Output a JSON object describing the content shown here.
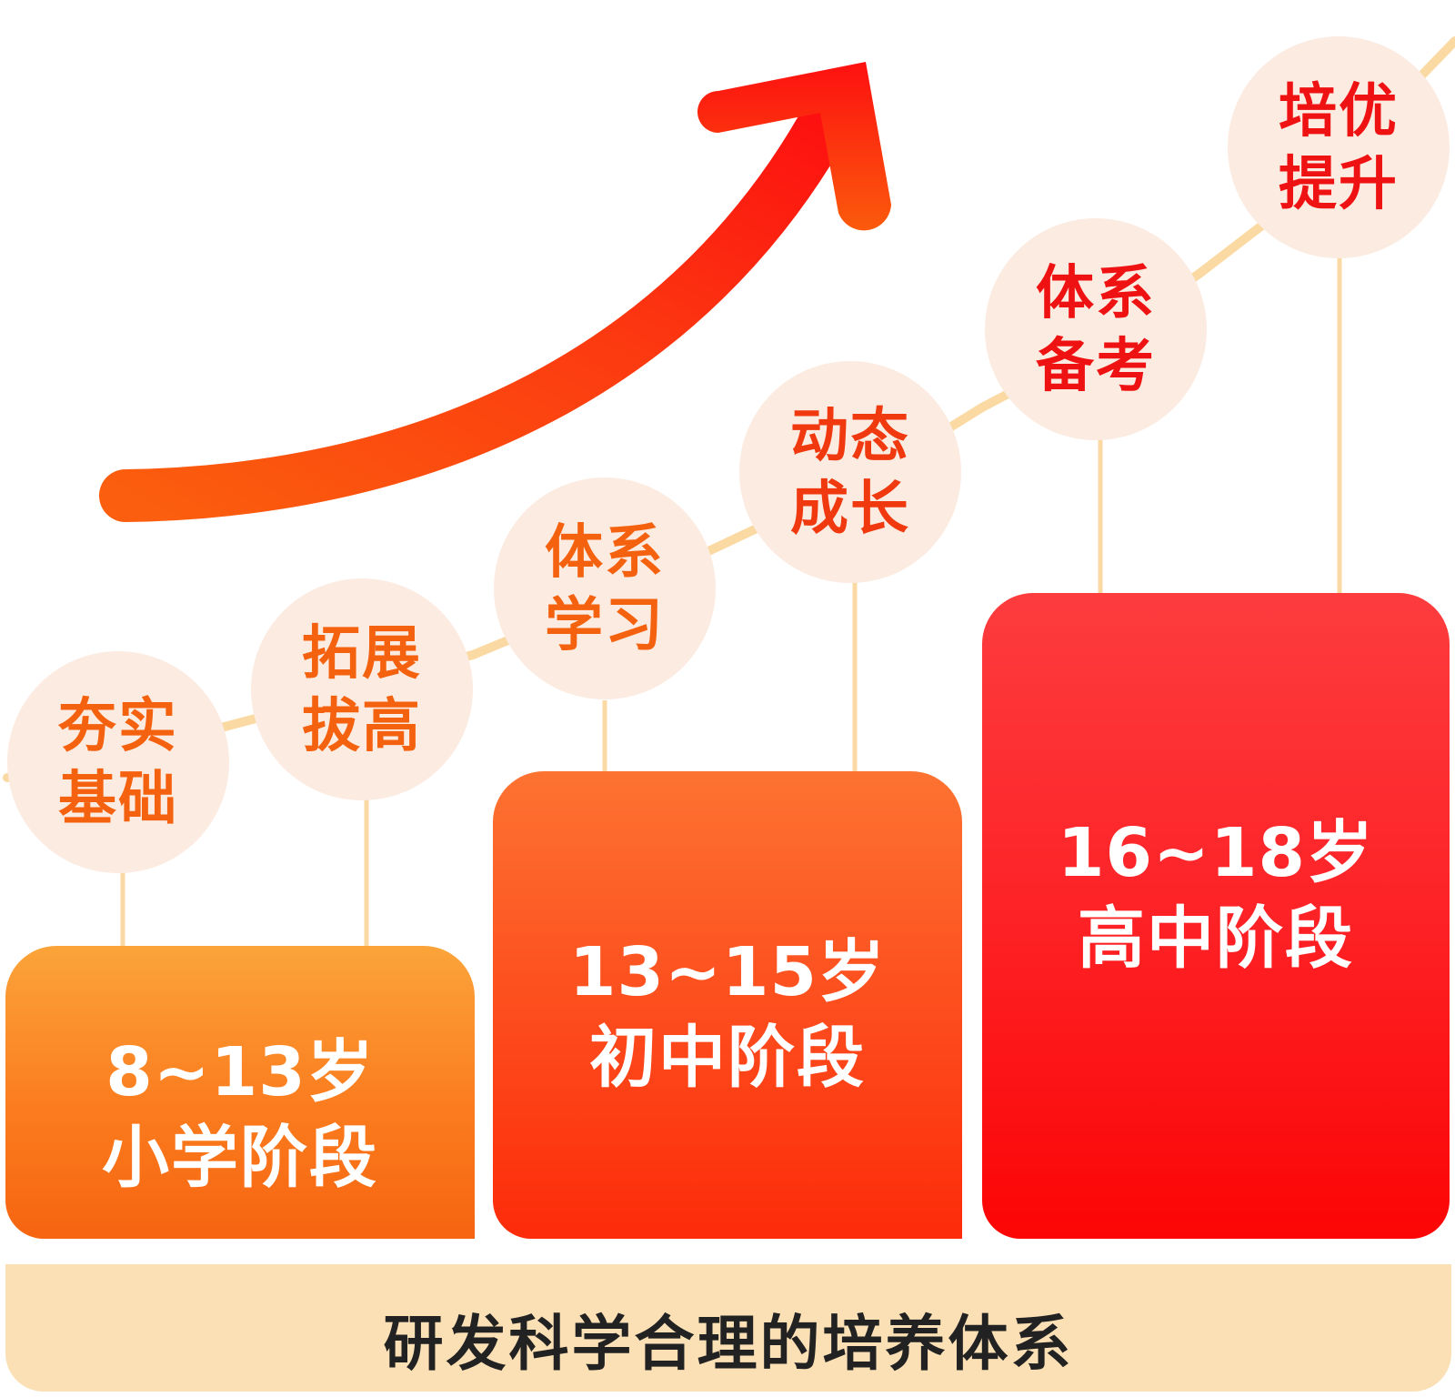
{
  "colors": {
    "connector": "#fbd9a3",
    "bubble_fill": "#fcebe1",
    "bubble_text_orange": "#f5620f",
    "bubble_text_red": "#ef1212",
    "arrow_start": "#fb6a12",
    "arrow_end": "#fc1410",
    "bottom_bar": "#fbe0b6"
  },
  "bubbles": [
    {
      "lines": [
        "夯实",
        "基础"
      ],
      "color": "#f5620f"
    },
    {
      "lines": [
        "拓展",
        "拔高"
      ],
      "color": "#f5620f"
    },
    {
      "lines": [
        "体系",
        "学习"
      ],
      "color": "#f5620f"
    },
    {
      "lines": [
        "动态",
        "成长"
      ],
      "color": "#f0390f"
    },
    {
      "lines": [
        "体系",
        "备考"
      ],
      "color": "#ef1212"
    },
    {
      "lines": [
        "培优",
        "提升"
      ],
      "color": "#ef1212"
    }
  ],
  "stages": [
    {
      "age": "8~13岁",
      "stage": "小学阶段"
    },
    {
      "age": "13~15岁",
      "stage": "初中阶段"
    },
    {
      "age": "16~18岁",
      "stage": "高中阶段"
    }
  ],
  "footer": {
    "text": "研发科学合理的培养体系"
  }
}
